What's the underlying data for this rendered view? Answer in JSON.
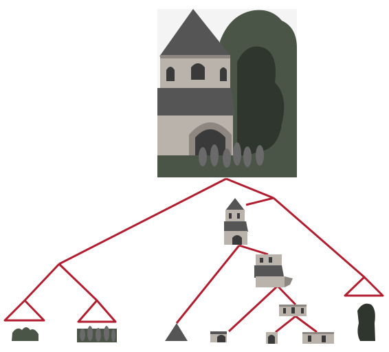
{
  "diagram": {
    "edge_color": "#b01e30",
    "photo_palette": {
      "sky": "#f4f4f4",
      "roof": "#555555",
      "stone": "#b9b3ac",
      "stone_dark": "#8e8781",
      "window": "#3a3a3a",
      "foliage": "#4a5548",
      "foliage_dark": "#2e362d",
      "people": "#6a6a6a"
    },
    "nodes": [
      "root-photo",
      "tower-segment",
      "tower-mid-segment",
      "upper-drum-segment",
      "roof-cone-segment",
      "doorway-segment",
      "small-window-segment",
      "drum-band-segment",
      "foliage-segment",
      "ground-plants-segment",
      "crowd-segment"
    ]
  }
}
